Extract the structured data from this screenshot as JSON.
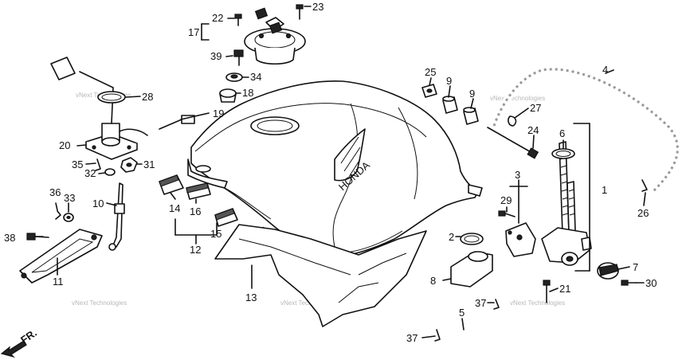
{
  "watermark": "vNext Technologies",
  "fr_label": "FR.",
  "brand_mark": "HONDA",
  "callouts": [
    {
      "id": "c1",
      "text": "1"
    },
    {
      "id": "c2",
      "text": "2"
    },
    {
      "id": "c3",
      "text": "3"
    },
    {
      "id": "c4",
      "text": "4"
    },
    {
      "id": "c5",
      "text": "5"
    },
    {
      "id": "c6",
      "text": "6"
    },
    {
      "id": "c7",
      "text": "7"
    },
    {
      "id": "c8",
      "text": "8"
    },
    {
      "id": "c9a",
      "text": "9"
    },
    {
      "id": "c9b",
      "text": "9"
    },
    {
      "id": "c10",
      "text": "10"
    },
    {
      "id": "c11",
      "text": "11"
    },
    {
      "id": "c12",
      "text": "12"
    },
    {
      "id": "c13",
      "text": "13"
    },
    {
      "id": "c14",
      "text": "14"
    },
    {
      "id": "c15",
      "text": "15"
    },
    {
      "id": "c16",
      "text": "16"
    },
    {
      "id": "c17",
      "text": "17"
    },
    {
      "id": "c18",
      "text": "18"
    },
    {
      "id": "c19",
      "text": "19"
    },
    {
      "id": "c20",
      "text": "20"
    },
    {
      "id": "c21",
      "text": "21"
    },
    {
      "id": "c22",
      "text": "22"
    },
    {
      "id": "c23",
      "text": "23"
    },
    {
      "id": "c24",
      "text": "24"
    },
    {
      "id": "c25",
      "text": "25"
    },
    {
      "id": "c26",
      "text": "26"
    },
    {
      "id": "c27",
      "text": "27"
    },
    {
      "id": "c28",
      "text": "28"
    },
    {
      "id": "c29",
      "text": "29"
    },
    {
      "id": "c30",
      "text": "30"
    },
    {
      "id": "c31",
      "text": "31"
    },
    {
      "id": "c32",
      "text": "32"
    },
    {
      "id": "c33",
      "text": "33"
    },
    {
      "id": "c34",
      "text": "34"
    },
    {
      "id": "c35",
      "text": "35"
    },
    {
      "id": "c36",
      "text": "36"
    },
    {
      "id": "c37a",
      "text": "37"
    },
    {
      "id": "c37b",
      "text": "37"
    },
    {
      "id": "c38",
      "text": "38"
    },
    {
      "id": "c39",
      "text": "39"
    }
  ]
}
